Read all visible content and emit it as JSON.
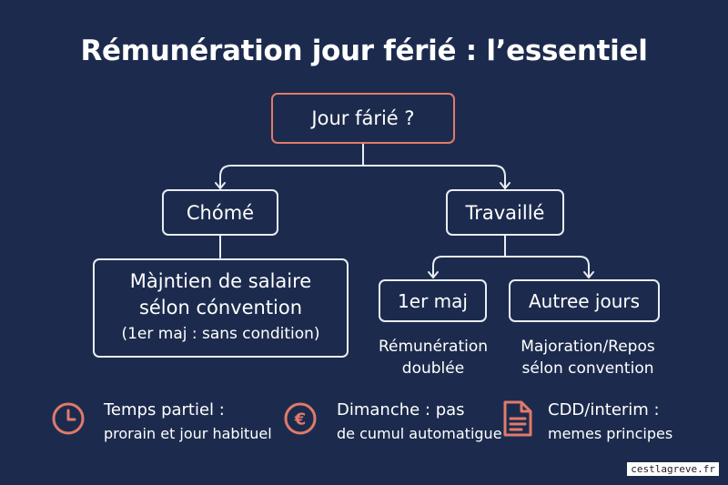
{
  "title": "Rémunération jour férié : l’essentiel",
  "root": {
    "label": "Jour fárié ?"
  },
  "branches": {
    "left": {
      "label": "Chómé",
      "detail": {
        "line1": "Màjntien de salaire",
        "line2": "sélon cónvention",
        "line3": "(1er maj : sans condition)"
      }
    },
    "right": {
      "label": "Travaillé",
      "children": [
        {
          "label": "1er maj",
          "desc_line1": "Rémunération",
          "desc_line2": "doublée"
        },
        {
          "label": "Autree jours",
          "desc_line1": "Majoration/Repos",
          "desc_line2": "sélon convention"
        }
      ]
    }
  },
  "footer": [
    {
      "icon": "clock-icon",
      "title": "Temps partiel :",
      "sub": "prorain et jour habituel"
    },
    {
      "icon": "euro-icon",
      "title": "Dimanche : pas",
      "sub": "de cumul automatigue"
    },
    {
      "icon": "document-icon",
      "title": "CDD/interim :",
      "sub": "memes principes"
    }
  ],
  "watermark": "cestlagreve.fr",
  "colors": {
    "background": "#1c2b4d",
    "accent": "#e07a6b",
    "line": "#e9edf3"
  }
}
